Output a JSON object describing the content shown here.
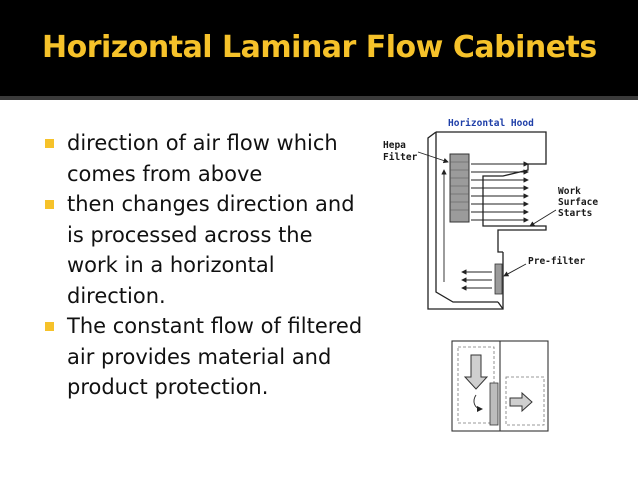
{
  "slide": {
    "title": "Horizontal Laminar Flow Cabinets",
    "bullets": [
      "direction of air flow which comes from above",
      "then changes direction and is processed across the work in a horizontal direction.",
      "The constant flow of filtered air provides material and product protection."
    ]
  },
  "diagram": {
    "title": "Horizontal Hood",
    "label_hepa_line1": "Hepa",
    "label_hepa_line2": "Filter",
    "label_work_line1": "Work",
    "label_work_line2": "Surface",
    "label_work_line3": "Starts",
    "label_prefilter": "Pre-filter"
  },
  "colors": {
    "title_bar": "#000000",
    "title_text": "#f6c22a",
    "bullet_marker": "#f6c22a",
    "diagram_title": "#1f3fa8"
  }
}
